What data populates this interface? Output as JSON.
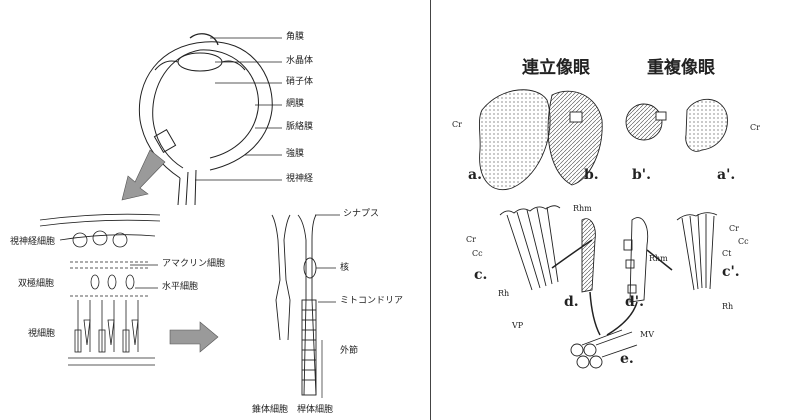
{
  "eye_diagram": {
    "labels": {
      "cornea": "角膜",
      "lens": "水晶体",
      "vitreous": "硝子体",
      "retina": "網膜",
      "choroid": "脈絡膜",
      "sclera": "強膜",
      "optic_nerve": "視神経"
    }
  },
  "retina_diagram": {
    "labels": {
      "ganglion_cell": "視神経細胞",
      "amacrine_cell": "アマクリン細胞",
      "bipolar_cell": "双極細胞",
      "horizontal_cell": "水平細胞",
      "photoreceptor": "視細胞"
    }
  },
  "photoreceptor_diagram": {
    "labels": {
      "synapse": "シナプス",
      "nucleus": "核",
      "mitochondria": "ミトコンドリア",
      "outer_segment": "外節",
      "cone_rod": "錐体細胞　桿体細胞"
    }
  },
  "compound_eye": {
    "titles": {
      "apposition": "連立像眼",
      "superposition": "重複像眼"
    },
    "figure_labels": {
      "a": "a.",
      "b": "b.",
      "b2": "b'.",
      "a2": "a'.",
      "c": "c.",
      "d": "d.",
      "d2": "d'.",
      "c2": "c'.",
      "e": "e."
    },
    "abbrev": {
      "cr": "Cr",
      "cc": "Cc",
      "ct": "Ct",
      "rh": "Rh",
      "rhm": "Rhm",
      "vp": "VP",
      "mv": "MV"
    }
  },
  "colors": {
    "line": "#222222",
    "arrow_fill": "#999999"
  }
}
